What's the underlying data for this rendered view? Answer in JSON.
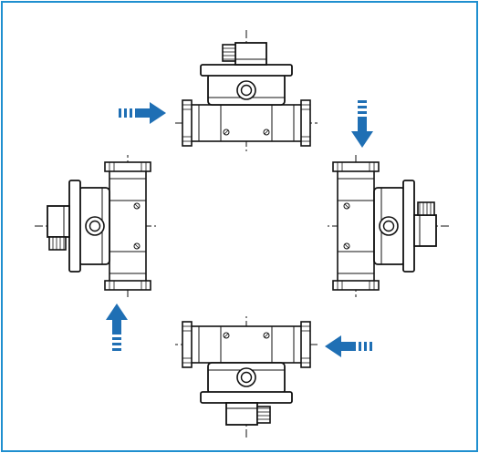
{
  "colors": {
    "frame": "#1f8fcf",
    "arrow": "#1f6fb4",
    "line": "#111111",
    "fill": "#ffffff"
  },
  "diagram": {
    "views": [
      {
        "id": "top",
        "connector": "up",
        "flow_arrow": "from-left"
      },
      {
        "id": "right",
        "connector": "right",
        "flow_arrow": "from-top"
      },
      {
        "id": "bottom",
        "connector": "down",
        "flow_arrow": "from-right"
      },
      {
        "id": "left",
        "connector": "left",
        "flow_arrow": "from-bottom"
      }
    ],
    "icons": [
      "arrow-right-icon",
      "arrow-down-icon",
      "arrow-left-icon",
      "arrow-up-icon"
    ]
  }
}
